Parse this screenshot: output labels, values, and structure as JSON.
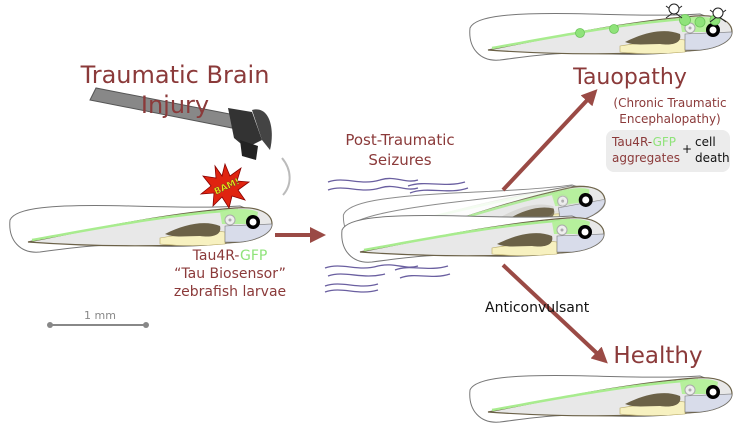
{
  "labels": {
    "tbi_title": "Traumatic Brain Injury",
    "tbi_line1": "Traumatic Brain",
    "tbi_line2": "Injury",
    "bam": "BAM!",
    "biosensor_line1_prefix": "Tau4R-",
    "biosensor_line1_gfp": "GFP",
    "biosensor_line2": "“Tau Biosensor”",
    "biosensor_line3": "zebrafish larvae",
    "scale_bar": "1 mm",
    "seizures_line1": "Post-Traumatic",
    "seizures_line2": "Seizures",
    "tauopathy": "Tauopathy",
    "cte_line1": "(Chronic Traumatic",
    "cte_line2": "Encephalopathy)",
    "aggregates_prefix": "Tau4R-",
    "aggregates_gfp": "GFP",
    "aggregates_word": "aggregates",
    "plus": "+",
    "cell": "cell",
    "death": "death",
    "anticonvulsant": "Anticonvulsant",
    "healthy": "Healthy"
  },
  "colors": {
    "label_red": "#8b3a3a",
    "arrow": "#9a4a45",
    "gfp_green": "#8fe37a",
    "seizure_lines": "#6a5fa0",
    "scale_gray": "#888888",
    "yolk": "#f7f1c0",
    "gut": "#6b6147",
    "body": "#e8e8e8"
  },
  "icons": {
    "hammer": "hammer-icon",
    "skull": "skull-crossbones-icon",
    "aggregate": "gfp-aggregate-icon"
  }
}
